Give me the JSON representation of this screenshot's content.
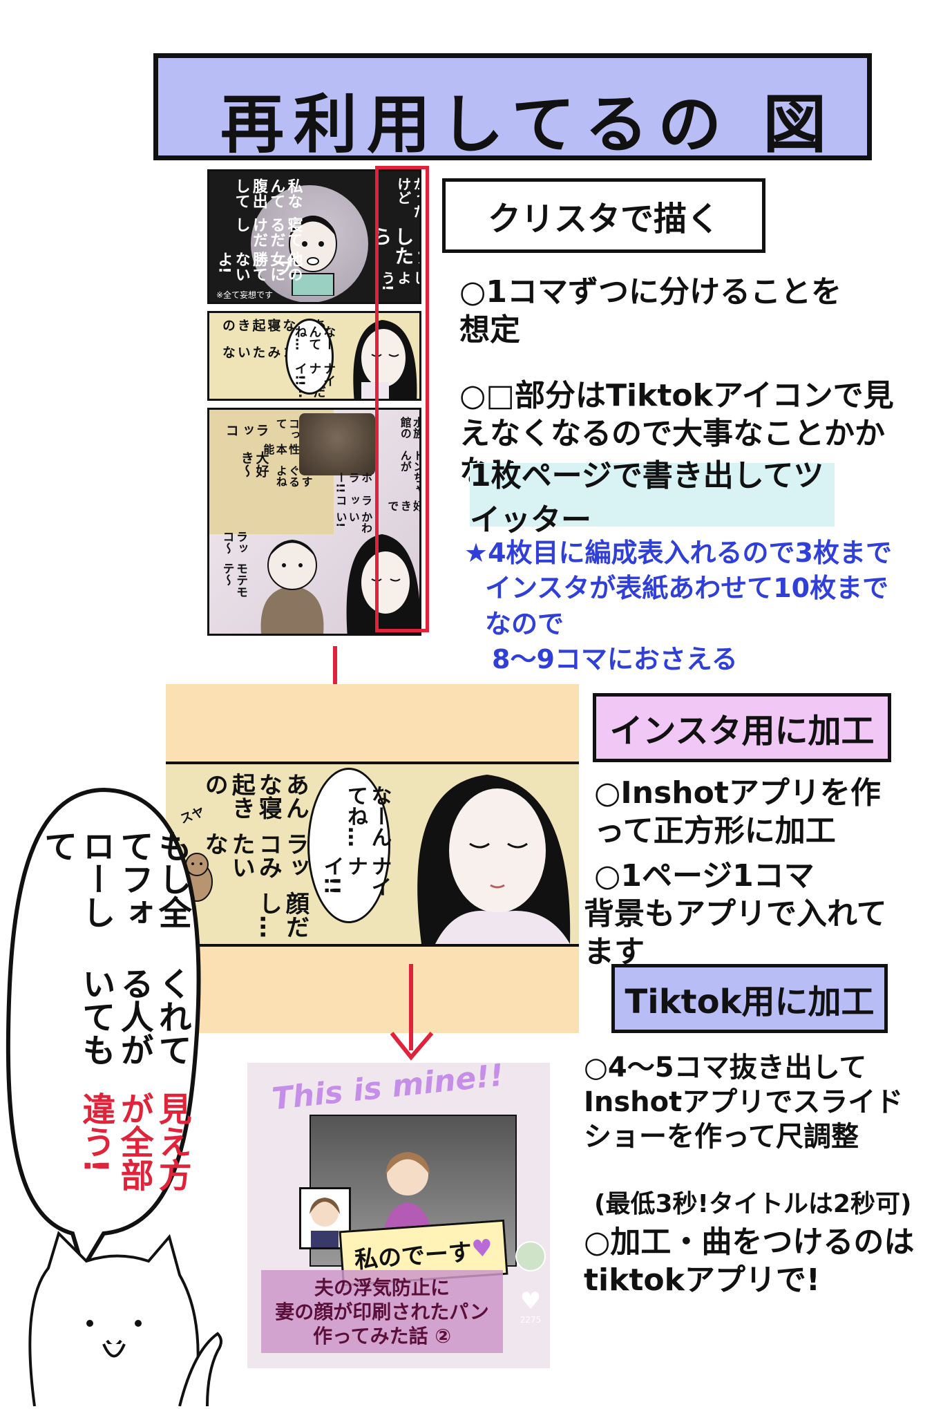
{
  "title": "再利用してるの 図",
  "clip_studio": {
    "label": "クリスタで描く",
    "bullets": [
      "○1コマずつに分けることを想定",
      "○□部分はTiktokアイコンで見えなくなるので大事なことかかない"
    ],
    "twitter_label": "1枚ページで書き出してツイッター",
    "note_lines": [
      "★4枚目に編成表入れるので3枚まで",
      "インスタが表紙あわせて10枚までなので",
      "8〜9コマにおさえる"
    ]
  },
  "insta": {
    "label": "インスタ用に加工",
    "bullets": [
      "○Inshotアプリを作って正方形に加工",
      "○1ページ1コマ",
      "背景もアプリで入れてます"
    ]
  },
  "tiktok": {
    "label": "Tiktok用に加工",
    "bullets": [
      "○4〜5コマ抜き出してInshotアプリでスライドショーを作って尺調整",
      "(最低3秒!タイトルは2秒可)",
      "○加工・曲をつけるのはtiktokアプリで!"
    ]
  },
  "speech": {
    "line1": "もし全てフォローして",
    "line2": "くれてる人がいても",
    "line3": "見え方が全部違う!"
  },
  "manga_small": {
    "p1_a": "私なんて腹出して",
    "p1_b": "寝てるだけだし",
    "p1_c": "他の女に勝てないよ!",
    "p1_d": "考えたことなかったけど",
    "p1_e": "浮気とかしたら",
    "p1_f": "どうしよう!",
    "p1_fx": "ブ",
    "p1_small": "※全て妄想です",
    "p2_a": "あんな寝起きの",
    "p2_b": "ラッコみたいな",
    "p2_c": "顔だし…",
    "p2_d": "なーんてね…",
    "p2_e": "ナイナイ!!",
    "p3_a": "○○水族館の",
    "p3_b": "ラッコ・トンちゃんが",
    "p3_c": "大好きで",
    "p3_d": "ラッコって",
    "p3_e": "母性本能",
    "p3_f": "くすぐるよね",
    "p3_g": "ラッコ",
    "p3_h": "大好き〜",
    "p3_i": "ホラー!!",
    "p3_j": "ラッコ",
    "p3_k": "かわいい!",
    "p3_l": "ラッコ〜",
    "p3_m": "モテモテ〜"
  },
  "manga_big": {
    "a": "あんな寝起きの",
    "b": "ラッコみたいな",
    "c": "顔だし…",
    "d": "なーんてね…",
    "e": "ナイナイ!!",
    "fx": "スヤ"
  },
  "tiktok_screen": {
    "top_text": "This is mine!!",
    "speech": "私のでーす",
    "caption_line1": "夫の浮気防止に",
    "caption_line2": "妻の顔が印刷されたパン",
    "caption_line3": "作ってみた話 ②",
    "likes": "2275"
  },
  "colors": {
    "title_bg": "#b9bdf5",
    "red": "#e0233a",
    "blue_note": "#2f3fd8",
    "insta_bg": "#fbe0b3",
    "insta_label_bg": "#f0c7f5",
    "tiktok_label_bg": "#b9bdf5",
    "twitter_bg": "#d9f3f5"
  }
}
